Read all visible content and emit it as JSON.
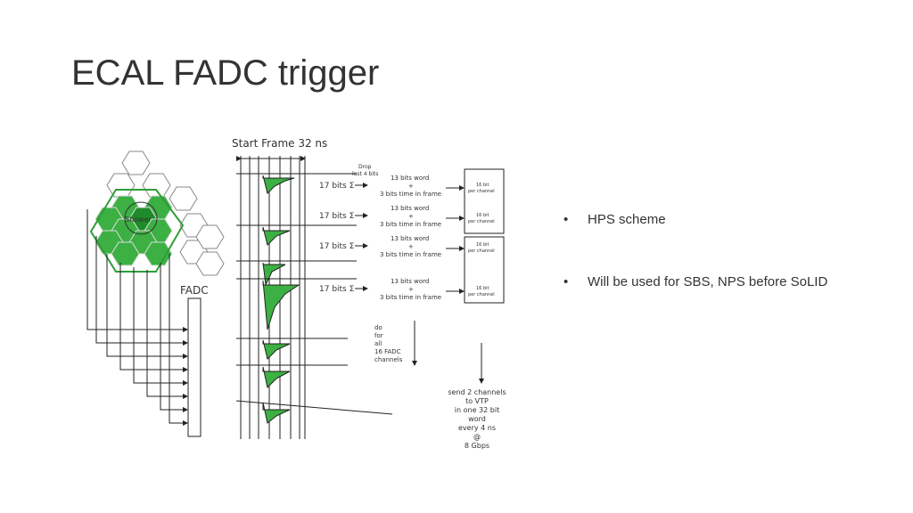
{
  "slide": {
    "title": "ECAL FADC trigger"
  },
  "diagram": {
    "start_frame_label": "Start Frame 32 ns",
    "drop_label_line1": "Drop",
    "drop_label_line2": "last 4 bits",
    "shower_label": "Shower",
    "fadc_label": "FADC",
    "sum_label": "17 bits Σ",
    "word_line1": "13 bits word",
    "word_line2": "+",
    "word_line3": "3 bits time in frame",
    "box_line1": "16 bit",
    "box_line2": "per channel",
    "repeat_lines": [
      "do",
      "for",
      "all",
      "16 FADC",
      "channels"
    ],
    "send_lines": [
      "send 2 channels",
      "to VTP",
      "in one 32 bit",
      "word",
      "every 4 ns",
      "@",
      "8 Gbps"
    ],
    "hex_color": "#3cb043",
    "hex_dark": "#1f8a2a"
  },
  "bullets": [
    {
      "dot": "•",
      "text": "HPS scheme"
    },
    {
      "dot": "•",
      "text": "Will be used for  SBS, NPS before SoLID"
    }
  ]
}
